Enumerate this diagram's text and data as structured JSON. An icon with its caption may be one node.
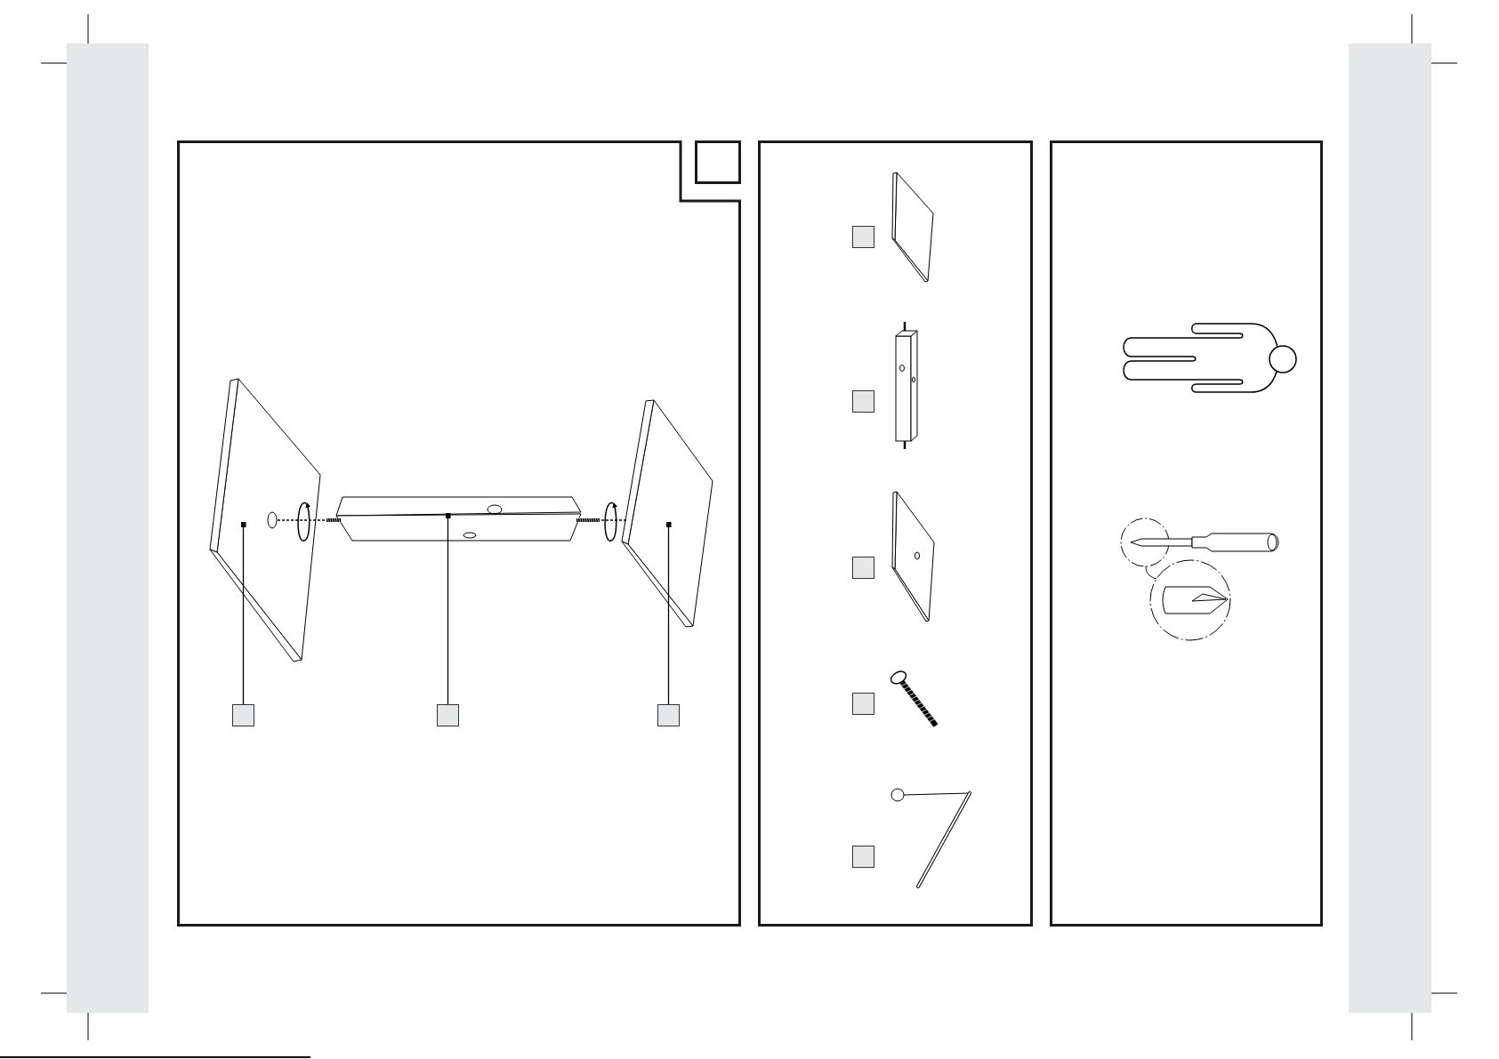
{
  "diagram": {
    "nodes": [
      {
        "text": [],
        "shape": "box"
      },
      {
        "text": [],
        "shape": "box"
      },
      {
        "text": [],
        "shape": "picture",
        "in": 0
      },
      {
        "text": [],
        "shape": "picture",
        "in": 0
      },
      {
        "text": [],
        "shape": "picture",
        "in": 0
      },
      {
        "text": [],
        "shape": "box",
        "in": 0
      },
      {
        "text": [],
        "shape": "box",
        "in": 0
      },
      {
        "text": [],
        "shape": "box",
        "in": 0
      },
      {
        "text": [],
        "shape": "box"
      },
      {
        "text": [],
        "shape": "box",
        "in": 8
      },
      {
        "text": [],
        "shape": "box",
        "in": 8
      },
      {
        "text": [],
        "shape": "box",
        "in": 8
      },
      {
        "text": [],
        "shape": "box",
        "in": 8
      },
      {
        "text": [],
        "shape": "box",
        "in": 8
      },
      {
        "text": [],
        "shape": "box"
      },
      {
        "text": [],
        "shape": "bar"
      },
      {
        "text": [],
        "shape": "bar"
      }
    ],
    "edges": [
      {
        "from": 5,
        "to": 2,
        "arrow": "other"
      },
      {
        "from": 6,
        "to": 3,
        "arrow": "other"
      },
      {
        "from": 7,
        "to": 4,
        "arrow": "other"
      },
      {
        "from": 3,
        "to": 2,
        "arrow": "none",
        "style": "dashed"
      },
      {
        "from": 3,
        "to": 4,
        "arrow": "none",
        "style": "dashed"
      }
    ]
  }
}
